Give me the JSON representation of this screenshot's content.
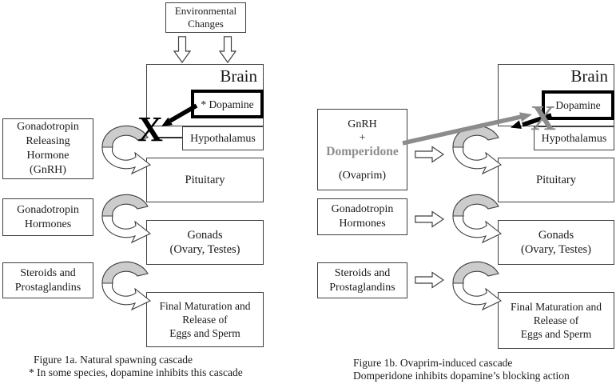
{
  "colors": {
    "gray_accent": "#8c8c8c",
    "ribbon_fill": "#cccccc",
    "thin_border": "#3f3f3f",
    "thick_border": "#000000",
    "background": "#ffffff"
  },
  "fig1a": {
    "environmental_box": "Environmental\nChanges",
    "brain": "Brain",
    "dopamine": "* Dopamine",
    "hypothalamus": "Hypothalamus",
    "gnrh": "Gonadotropin\nReleasing\nHormone\n(GnRH)",
    "gonadotropin_hormones": "Gonadotropin\nHormones",
    "steroids": "Steroids and\nProstaglandins",
    "pituitary": "Pituitary",
    "gonads": "Gonads\n(Ovary, Testes)",
    "final_maturation": "Final Maturation and\nRelease of\nEggs and Sperm",
    "block_x": "X",
    "caption1": "Figure 1a. Natural spawning cascade",
    "caption2": "* In some species, dopamine inhibits this cascade"
  },
  "fig1b": {
    "brain": "Brain",
    "dopamine": "Dopamine",
    "hypothalamus": "Hypothalamus",
    "ovaprim_line1": "GnRH",
    "ovaprim_line2": "+",
    "ovaprim_line3": "Domperidone",
    "ovaprim_line4": "(Ovaprim)",
    "gonadotropin_hormones": "Gonadotropin\nHormones",
    "steroids": "Steroids and\nProstaglandins",
    "pituitary": "Pituitary",
    "gonads": "Gonads\n(Ovary, Testes)",
    "final_maturation": "Final Maturation and\nRelease of\nEggs and Sperm",
    "block_x": "X",
    "caption1": "Figure 1b. Ovaprim-induced cascade",
    "caption2": "Domperidone inhibits dopamine’s blocking action"
  }
}
